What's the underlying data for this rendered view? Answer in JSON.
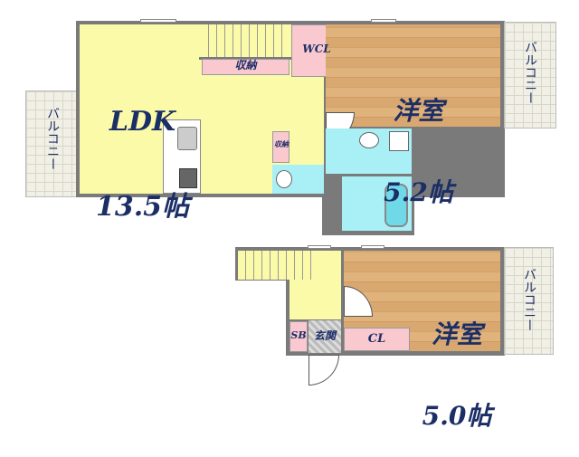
{
  "upper_floor": {
    "ldk": {
      "name": "LDK",
      "size": "13.5帖"
    },
    "storage_1": "収納",
    "wcl": "WCL",
    "western_room": {
      "name": "洋室",
      "size": "5.2帖"
    },
    "storage_2": "収納",
    "balcony_left": "バルコニー",
    "balcony_right": "バルコニー"
  },
  "lower_floor": {
    "western_room": {
      "name": "洋室",
      "size": "5.0帖"
    },
    "shoe_box": "SB",
    "entrance": "玄関",
    "closet": "CL",
    "balcony": "バルコニー"
  },
  "colors": {
    "ldk": "#fbfaa8",
    "storage": "#f9c9cf",
    "wet_area": "#a8f0f5",
    "wood_floor": "#d9a870",
    "wall": "#7a7a7a"
  }
}
